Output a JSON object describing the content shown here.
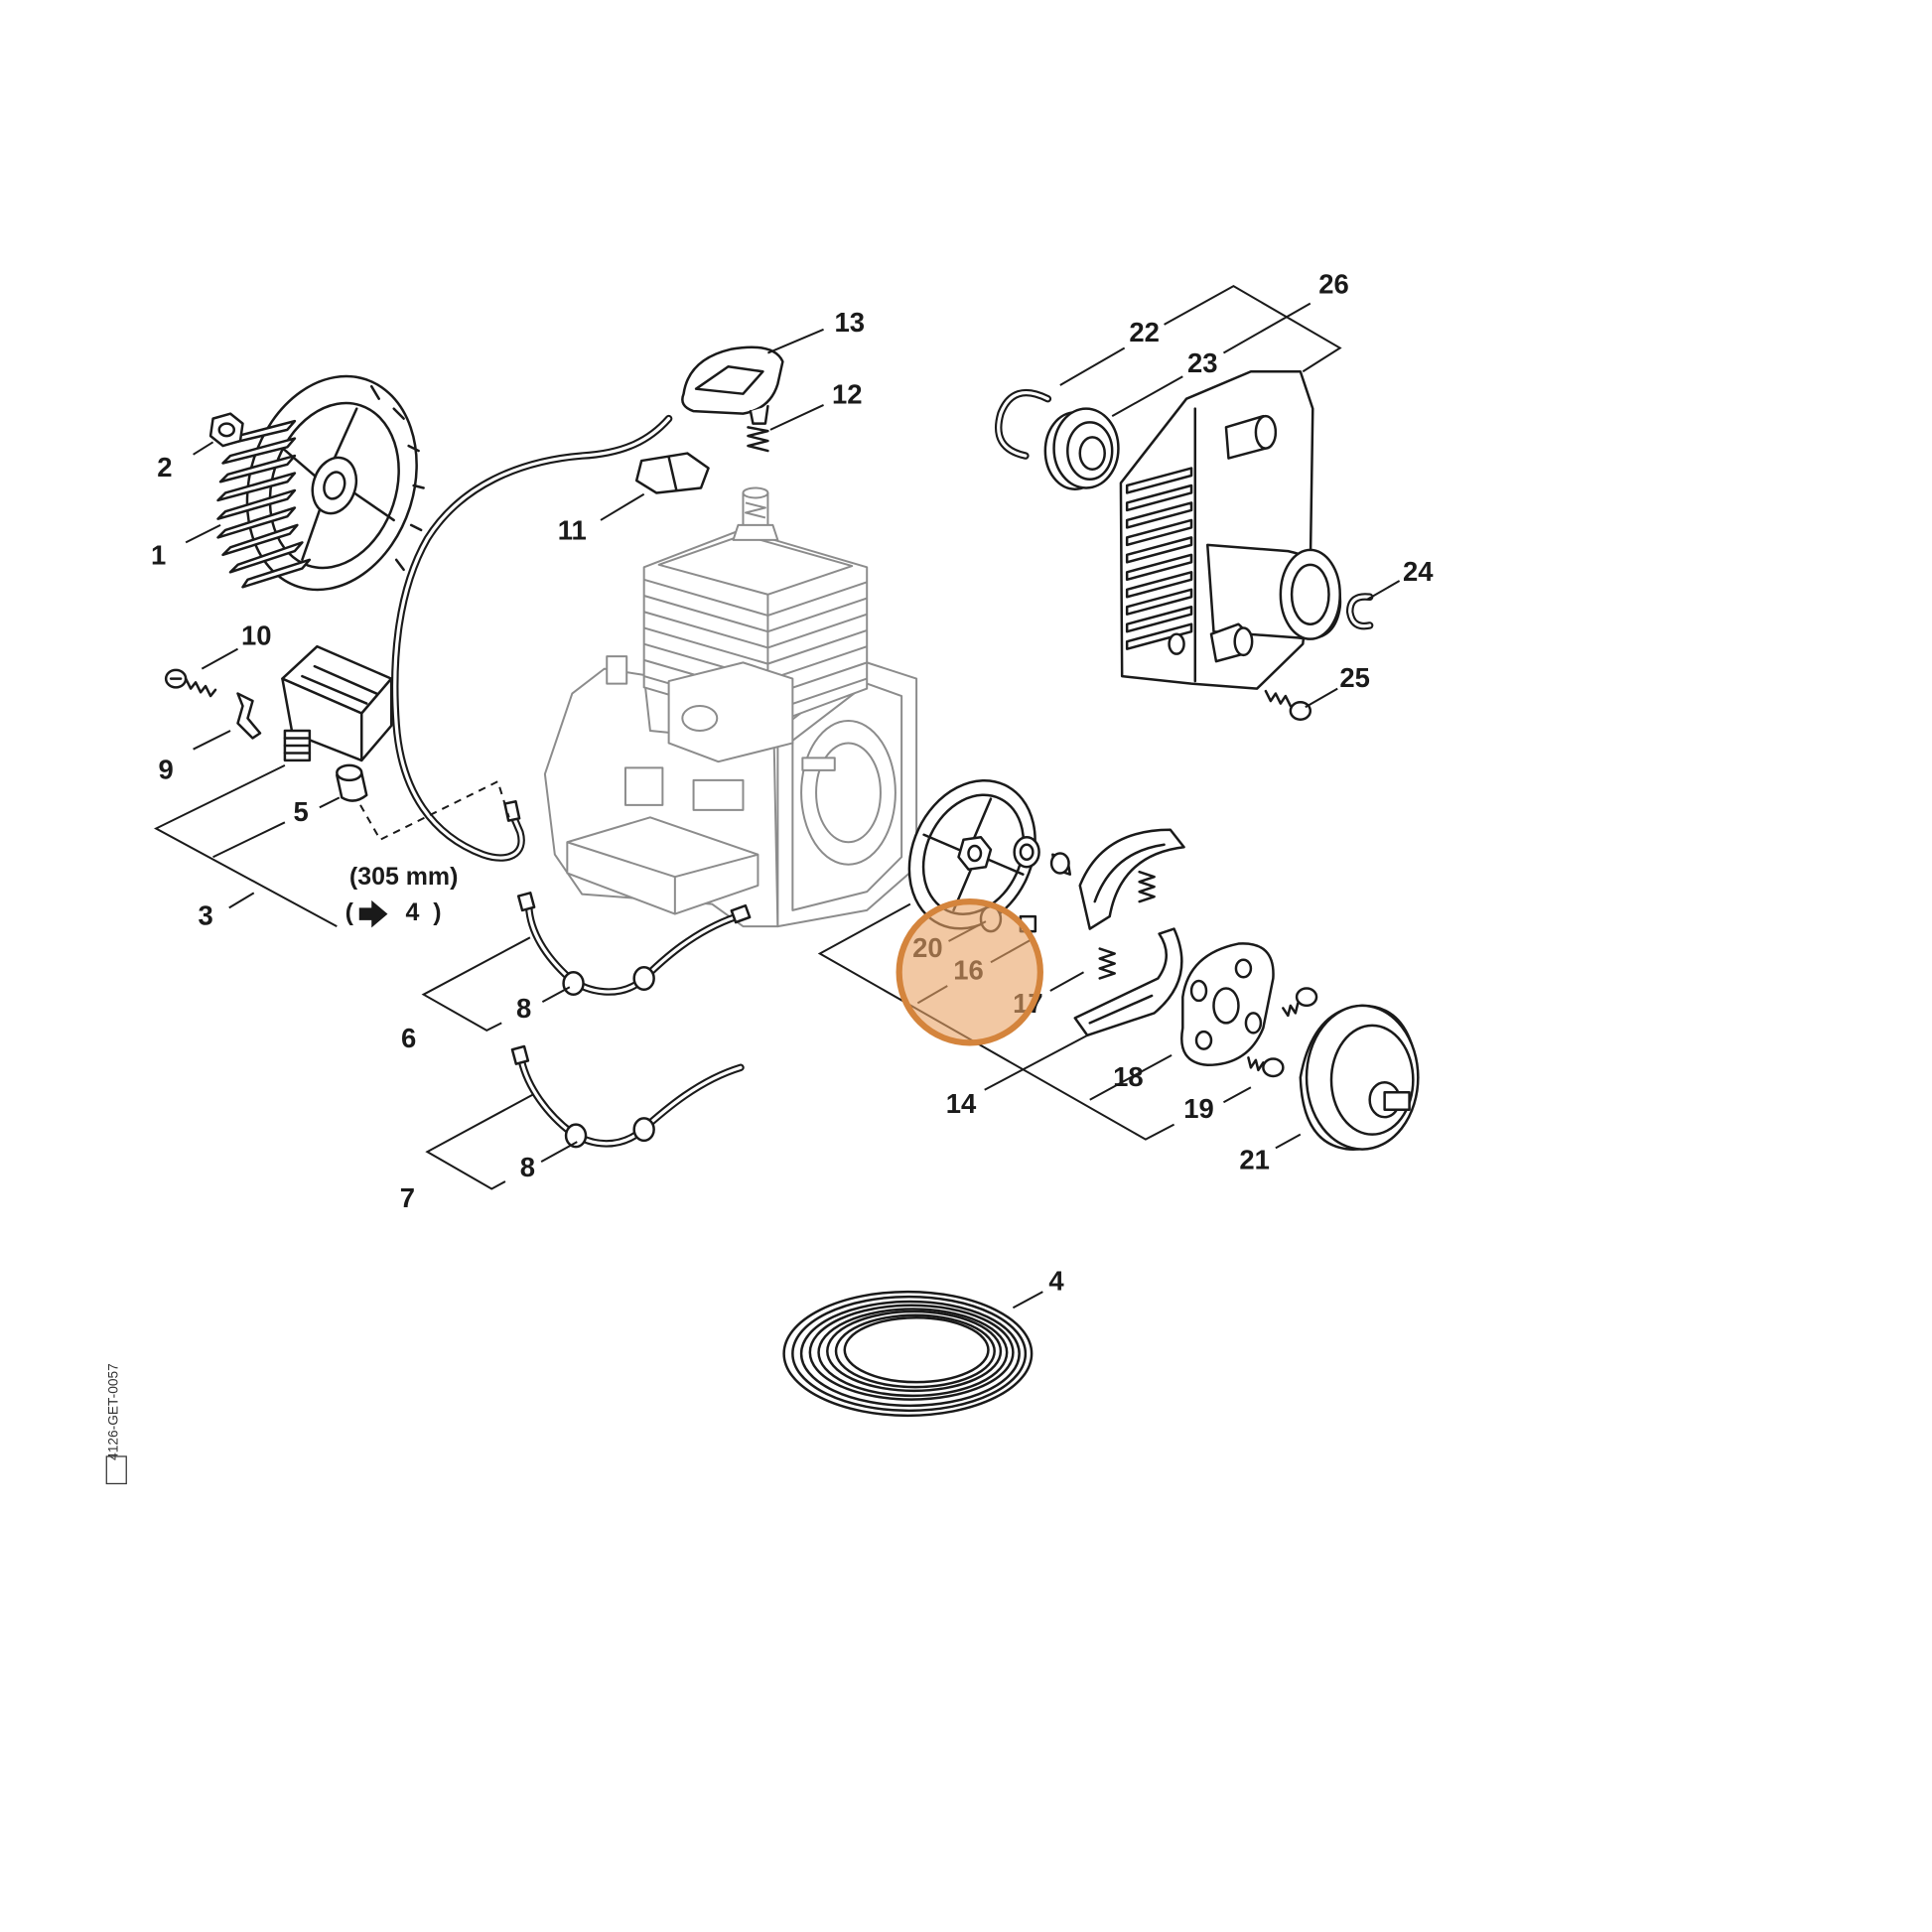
{
  "callouts": [
    "13",
    "12",
    "11",
    "26",
    "22",
    "23",
    "24",
    "25",
    "2",
    "1",
    "10",
    "9",
    "5",
    "3",
    "8",
    "6",
    "8",
    "7",
    "20",
    "16",
    "17",
    "14",
    "18",
    "19",
    "21",
    "4"
  ],
  "notes": {
    "wire_length": "(305 mm)",
    "ref_open": "(",
    "ref_arrow_icon": "arrow-right-icon",
    "ref_target": "4",
    "ref_close": ")"
  },
  "drawing_code": "4126-GET-0057",
  "colors": {
    "highlight_fill": "#e9a465",
    "highlight_stroke": "#d4843c",
    "line": "#1a1a1a",
    "engine_line": "#8c8c8c"
  }
}
